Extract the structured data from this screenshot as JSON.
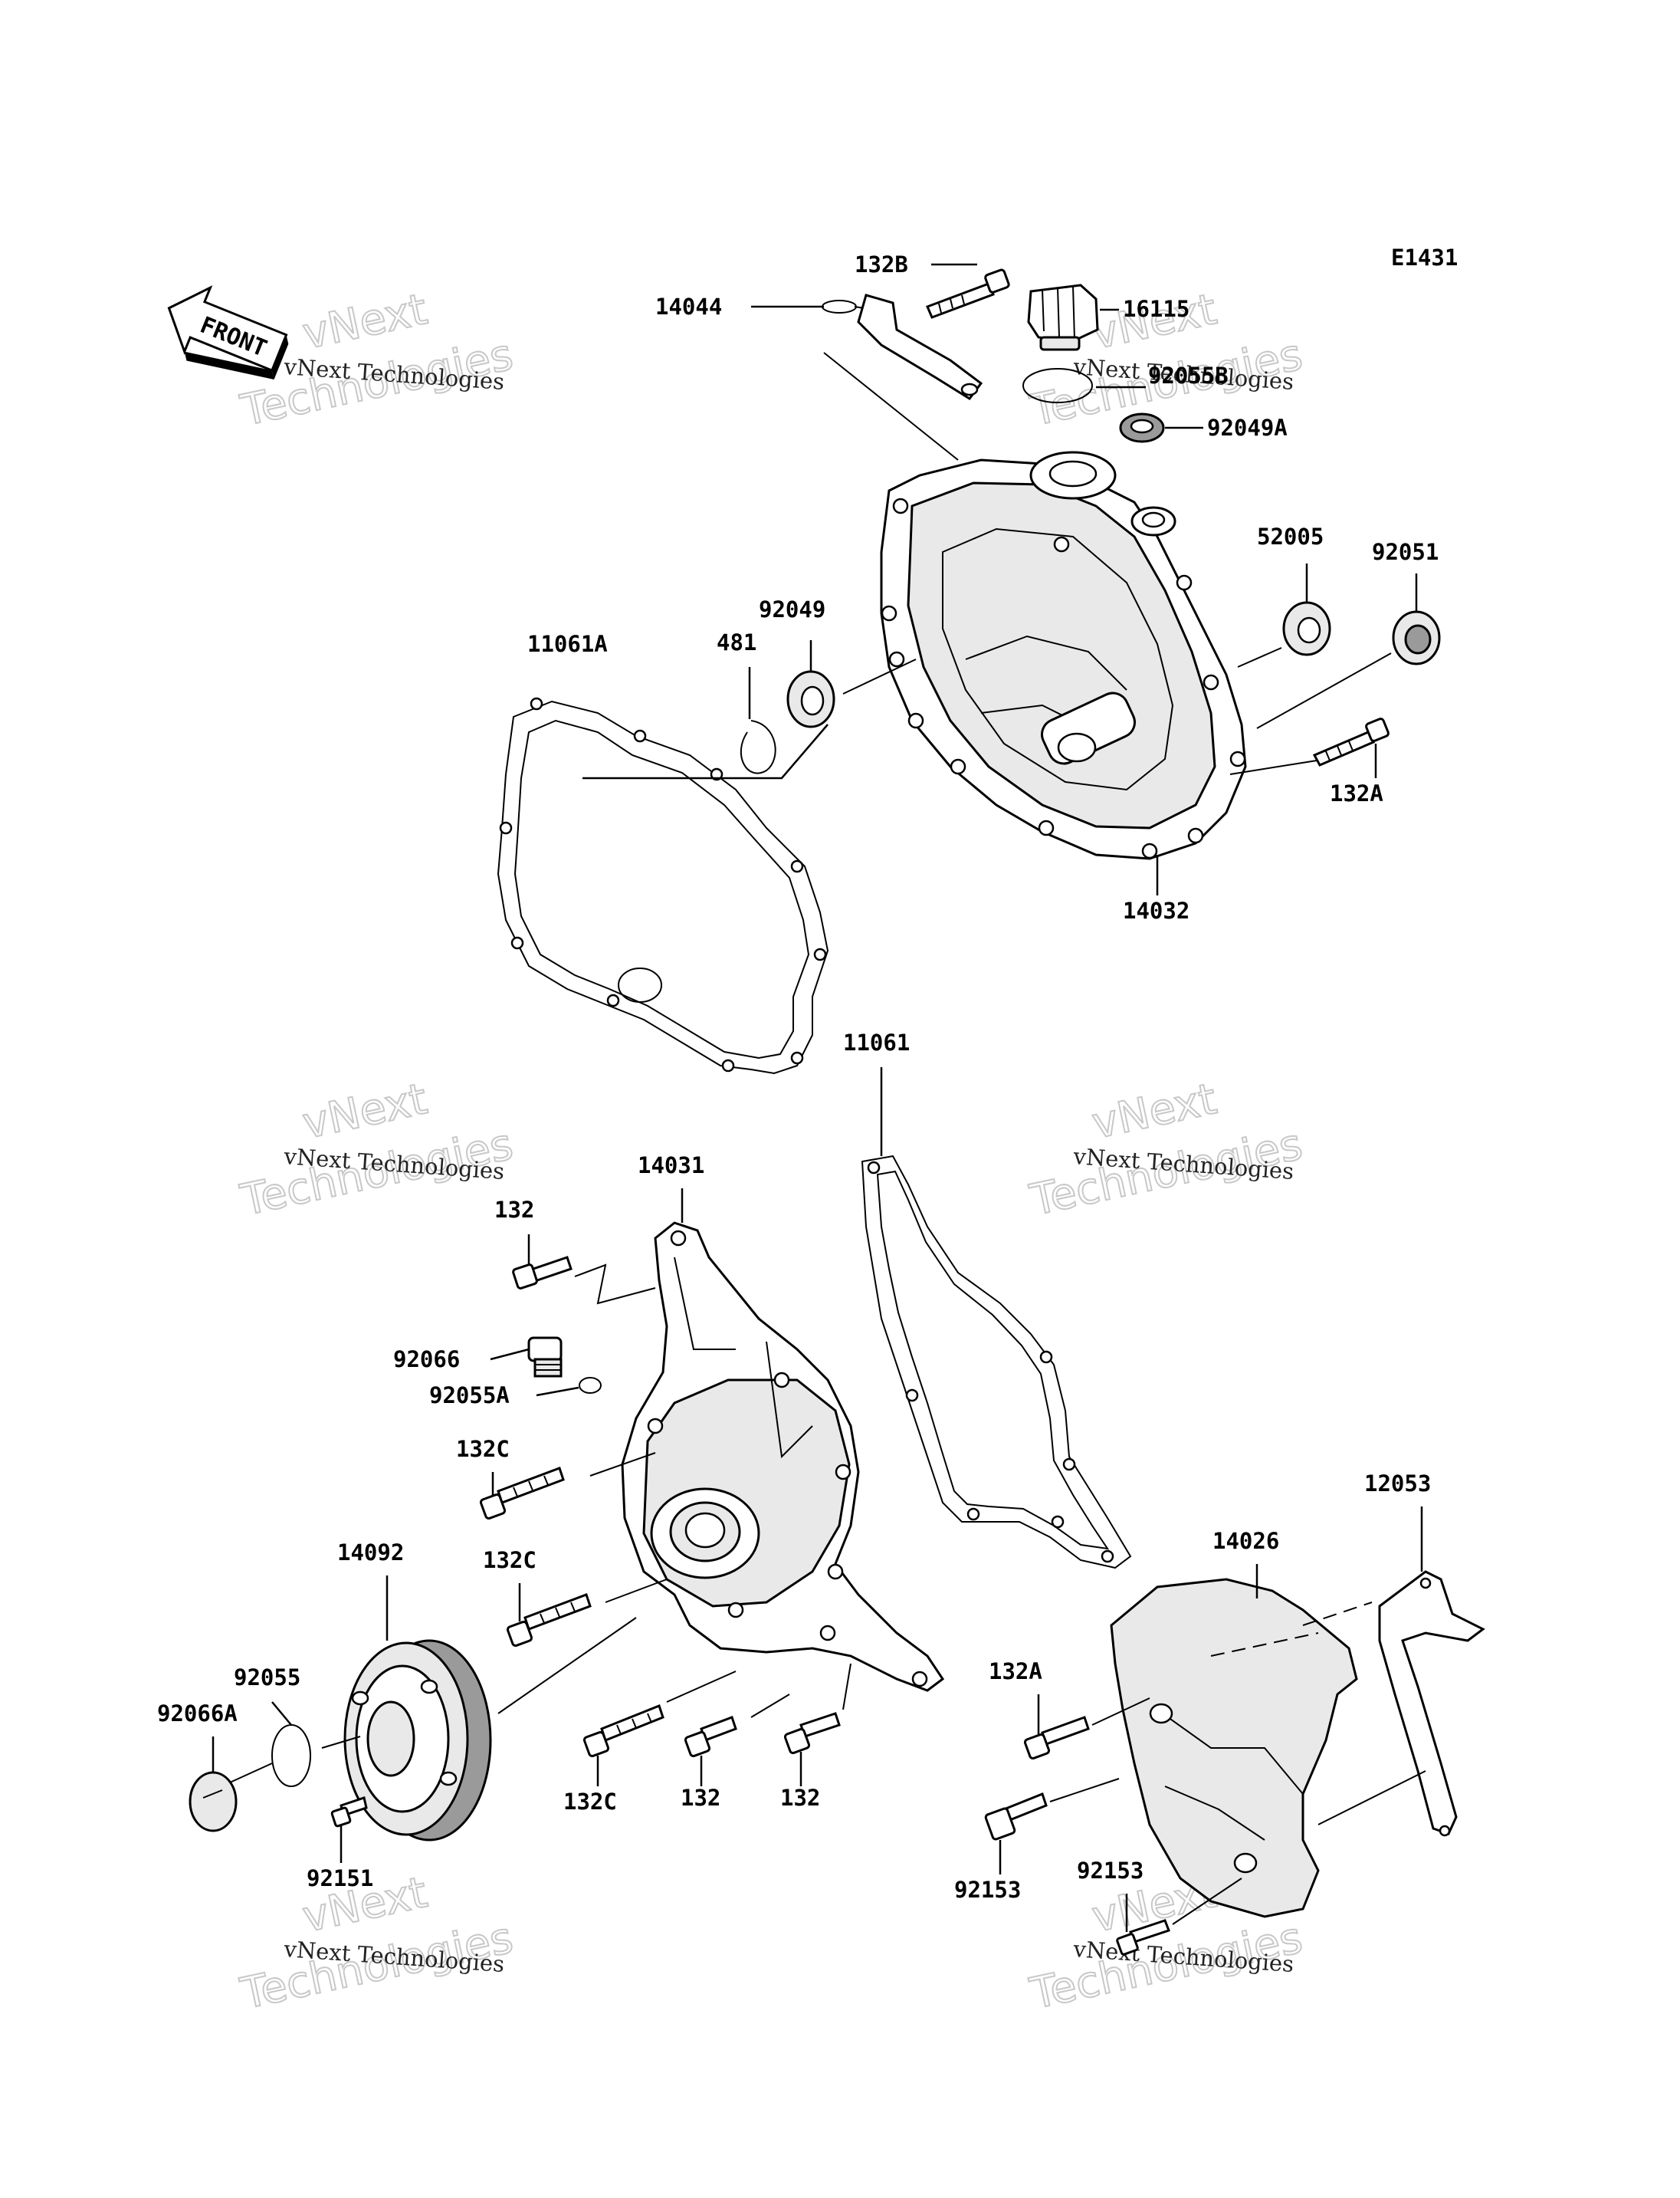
{
  "diagram": {
    "code": "E1431",
    "front_label": "FRONT",
    "watermark": {
      "line1": "vNext Technologies",
      "line2": "Technologies",
      "mark": "vNext"
    },
    "parts": {
      "p132B": "132B",
      "p14044": "14044",
      "p16115": "16115",
      "p92055B": "92055B",
      "p92049A": "92049A",
      "p52005": "52005",
      "p92051": "92051",
      "p11061A": "11061A",
      "p481": "481",
      "p92049": "92049",
      "p132A_top": "132A",
      "p14032": "14032",
      "p11061": "11061",
      "p14031": "14031",
      "p132_top": "132",
      "p92066": "92066",
      "p92055A": "92055A",
      "p132C_a": "132C",
      "p132C_b": "132C",
      "p14092": "14092",
      "p92055": "92055",
      "p92066A": "92066A",
      "p92151": "92151",
      "p132C_c": "132C",
      "p132_b1": "132",
      "p132_b2": "132",
      "p12053": "12053",
      "p14026": "14026",
      "p132A_bot": "132A",
      "p92153_a": "92153",
      "p92153_b": "92153"
    }
  }
}
